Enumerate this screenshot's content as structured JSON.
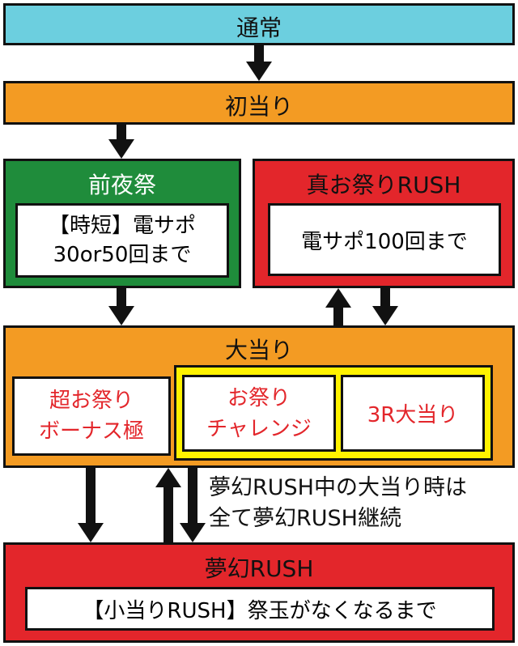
{
  "nodes": {
    "normal": {
      "label": "通常"
    },
    "first_hit": {
      "label": "初当り"
    },
    "eve_festival": {
      "label": "前夜祭",
      "detail_line1": "【時短】電サポ",
      "detail_line2": "30or50回まで"
    },
    "true_festival_rush": {
      "label": "真お祭りRUSH",
      "detail": "電サポ100回まで"
    },
    "big_hit": {
      "label": "大当り",
      "super_bonus_line1": "超お祭り",
      "super_bonus_line2": "ボーナス極",
      "challenge_line1": "お祭り",
      "challenge_line2": "チャレンジ",
      "three_r": "3R大当り"
    },
    "dream_rush": {
      "label": "夢幻RUSH",
      "detail": "【小当りRUSH】祭玉がなくなるまで"
    }
  },
  "note": {
    "line1": "夢幻RUSH中の大当り時は",
    "line2": "全て夢幻RUSH継続"
  },
  "colors": {
    "normal": "#6ccfdf",
    "orange": "#f39b23",
    "green": "#1f8c3b",
    "red": "#e3262b",
    "yellow": "#fff200",
    "dark": "#111111"
  }
}
